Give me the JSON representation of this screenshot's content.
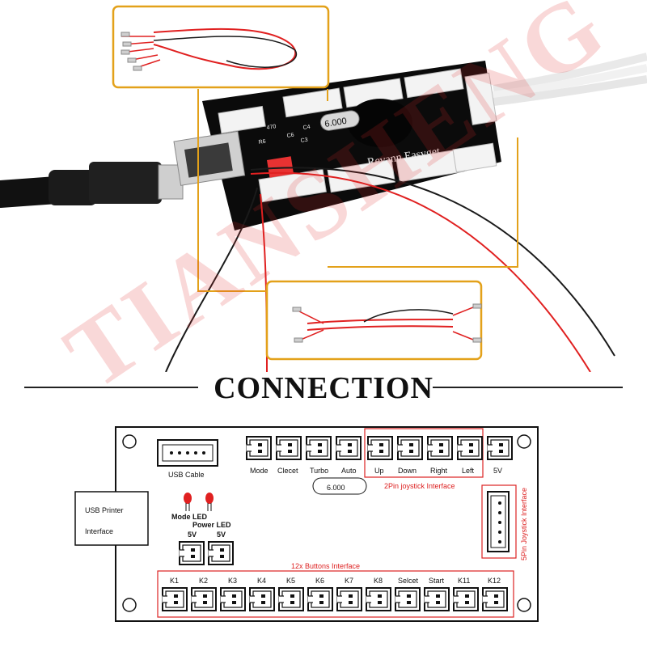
{
  "heading": "CONNECTION",
  "watermark": "TIANSHENG",
  "photo": {
    "crystal_label": "6.000",
    "board_brand": "Revann Easyget",
    "components": [
      "R6",
      "470",
      "C6",
      "C3",
      "C4"
    ]
  },
  "diagram": {
    "usb_cable_label": "USB Cable",
    "usb_printer_label_1": "USB Printer",
    "usb_printer_label_2": "Interface",
    "top_connectors": [
      "Mode",
      "Clecet",
      "Turbo",
      "Auto"
    ],
    "joystick_connectors": [
      "Up",
      "Down",
      "Right",
      "Left"
    ],
    "five_v_label": "5V",
    "crystal_label": "6.000",
    "joystick_2pin_label": "2Pin joystick Interface",
    "joystick_5pin_label": "5Pin Joystick Interface",
    "mode_led_label": "Mode LED",
    "power_led_label": "Power LED",
    "led_5v_labels": [
      "5V",
      "5V"
    ],
    "buttons_label": "12x Buttons Interface",
    "buttons": [
      "K1",
      "K2",
      "K3",
      "K4",
      "K5",
      "K6",
      "K7",
      "K8",
      "Selcet",
      "Start",
      "K11",
      "K12"
    ]
  },
  "colors": {
    "red_wire": "#e02020",
    "black_wire": "#1a1a1a",
    "annotation_red": "#d22222",
    "callout_orange": "#e3a11a",
    "pcb_black": "#0b0b0b"
  }
}
